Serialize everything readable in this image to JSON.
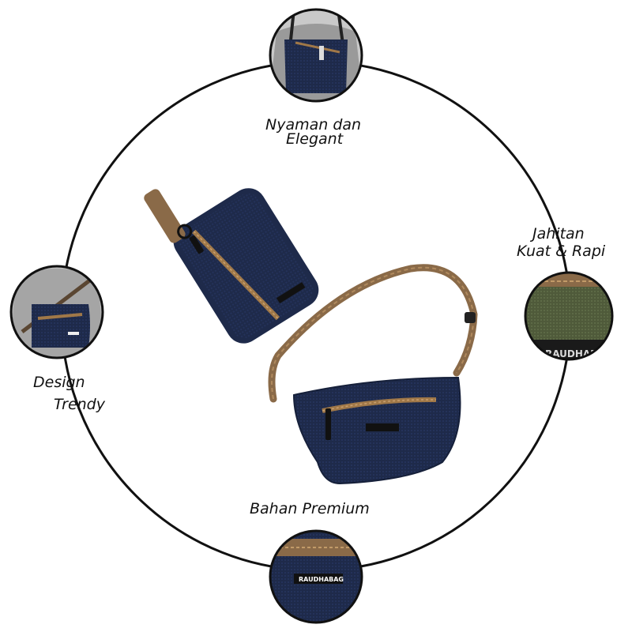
{
  "features": [
    {
      "id": "comfort",
      "line1": "Nyaman dan",
      "line2": "Elegant"
    },
    {
      "id": "stitching",
      "line1": "Jahitan",
      "line2": "Kuat & Rapi"
    },
    {
      "id": "design",
      "line1": "Design",
      "line2": "Trendy"
    },
    {
      "id": "material",
      "line1": "Bahan Premium",
      "line2": ""
    }
  ],
  "brand_label": "RAUDHABAG",
  "colors": {
    "bag_navy": "#1e2a4a",
    "strap_brown": "#8a6a48",
    "zip_tan": "#a07848",
    "stitch_olive": "#4f5a3a",
    "ring_stroke": "#111111",
    "background": "#ffffff"
  }
}
